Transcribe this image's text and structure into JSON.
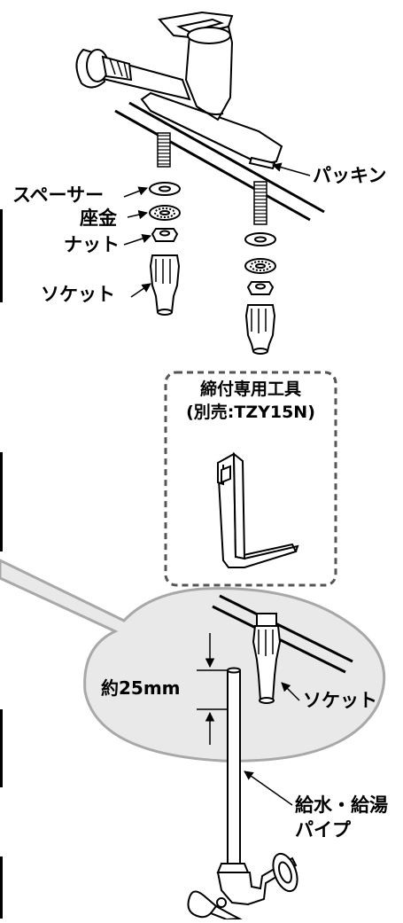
{
  "labels": {
    "packing": "パッキン",
    "spacer": "スペーサー",
    "washer": "座金",
    "nut": "ナット",
    "socket": "ソケット",
    "approx_length": "約25mm",
    "socket_detail": "ソケット",
    "supply_pipe_line1": "給水・給湯",
    "supply_pipe_line2": "パイプ"
  },
  "tool_box": {
    "title_line1": "締付専用工具",
    "title_line2": "(別売:TZY15N)"
  },
  "colors": {
    "stroke": "#000000",
    "callout_fill": "#e9e9e9",
    "callout_stroke": "#a8a8a8",
    "part_fill": "#ffffff",
    "dashed_border": "#555555"
  }
}
